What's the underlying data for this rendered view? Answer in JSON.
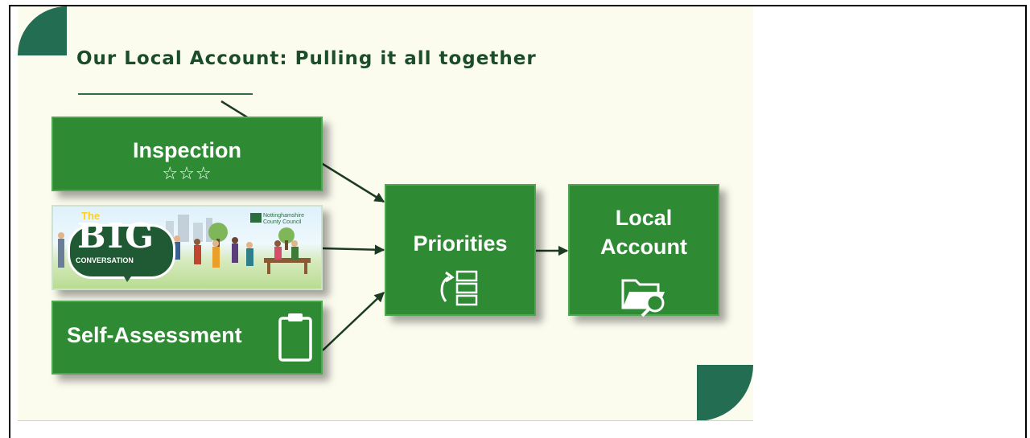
{
  "slide": {
    "title": "Our Local Account: Pulling it all together"
  },
  "boxes": {
    "inspection": {
      "label": "Inspection",
      "rating": "☆☆☆"
    },
    "big_conversation": {
      "the": "The",
      "big": "BIG",
      "conversation": "CONVERSATION",
      "council": "Nottinghamshire County Council"
    },
    "self_assessment": {
      "label": "Self-Assessment"
    },
    "priorities": {
      "label": "Priorities"
    },
    "local_account": {
      "label_line1": "Local",
      "label_line2": "Account"
    }
  },
  "colors": {
    "box_green": "#2e8b34",
    "title_green": "#1b4d2b",
    "corner_teal": "#236e52",
    "background": "#fbfbee"
  },
  "icons": {
    "inspection": "star-rating-icon",
    "self_assessment": "clipboard-icon",
    "priorities": "priority-list-icon",
    "local_account": "folder-search-icon"
  }
}
